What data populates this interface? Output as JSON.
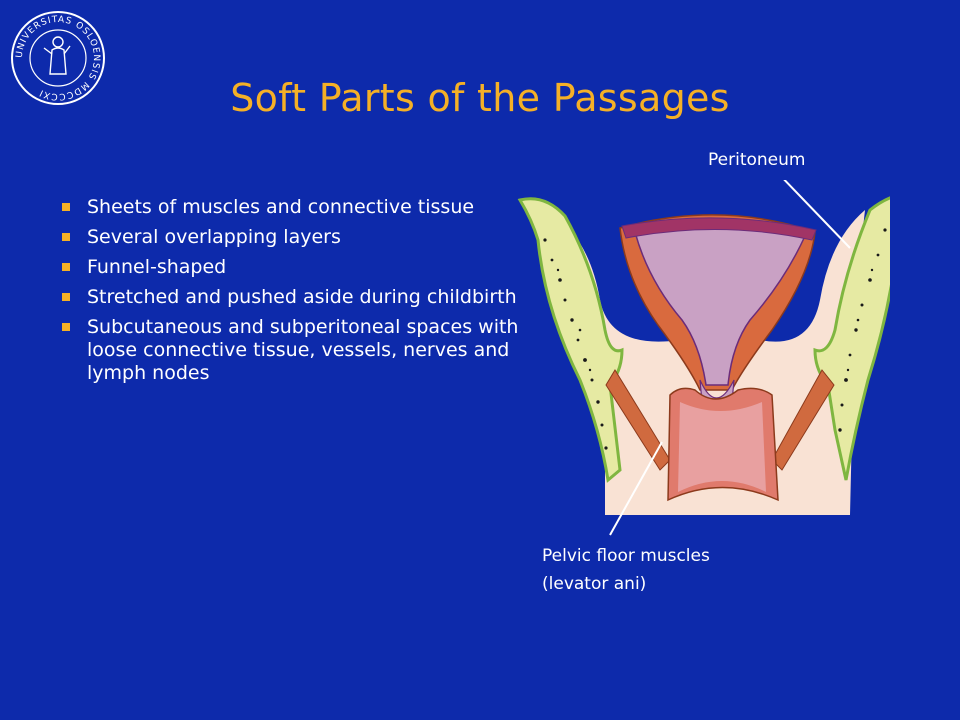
{
  "slide": {
    "title": "Soft Parts of the Passages",
    "bullets": [
      "Sheets of muscles and connective tissue",
      "Several overlapping layers",
      "Funnel-shaped",
      "Stretched and pushed aside during childbirth",
      "Subcutaneous and subperitoneal spaces with loose connective tissue, vessels, nerves and lymph nodes"
    ],
    "logo_text": "UNIVERSITAS OSLOENSIS MDCCCXI"
  },
  "diagram": {
    "label_peritoneum": "Peritoneum",
    "label_pelvic_line1": "Pelvic floor muscles",
    "label_pelvic_line2": "(levator ani)"
  },
  "colors": {
    "background": "#0d2aab",
    "title": "#f5b026",
    "bullet_marker": "#f5b026",
    "text": "#ffffff"
  }
}
